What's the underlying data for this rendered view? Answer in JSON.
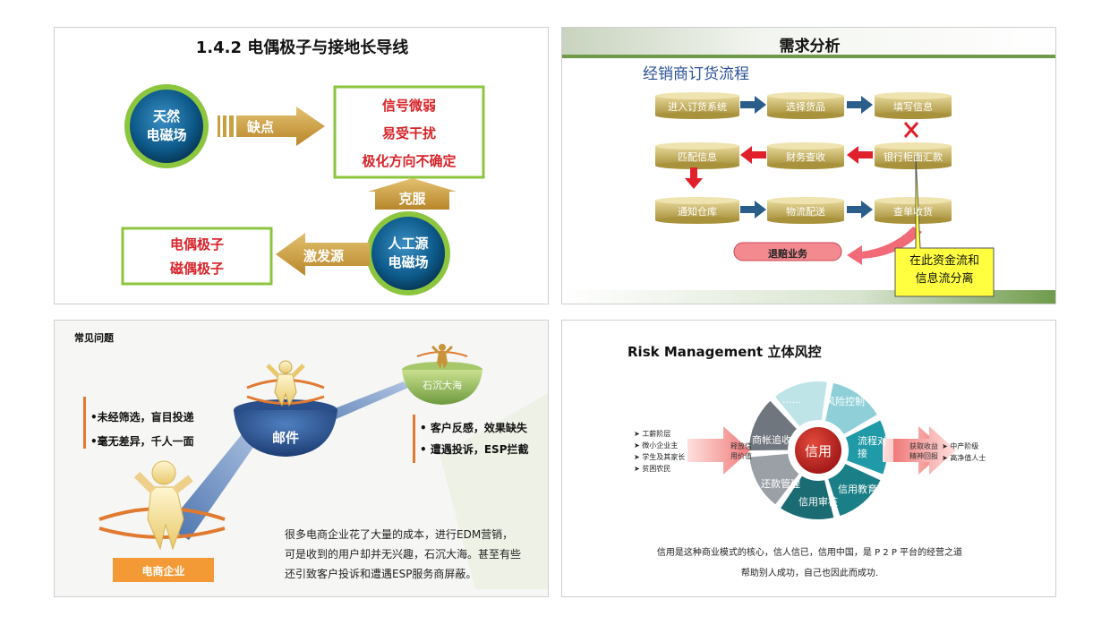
{
  "p1": {
    "title": "1.4.2 电偶极子与接地长导线",
    "circle_top": [
      "天然",
      "电磁场"
    ],
    "arrow_right_label": "缺点",
    "defects": [
      "信号微弱",
      "易受干扰",
      "极化方向不确定"
    ],
    "arrow_up_label": "克服",
    "circle_bottom": [
      "人工源",
      "电磁场"
    ],
    "arrow_left_label": "激发源",
    "sources": [
      "电偶极子",
      "磁偶极子"
    ]
  },
  "p2": {
    "header": "需求分析",
    "subtitle": "经销商订货流程",
    "row1": [
      "进入订货系统",
      "选择货品",
      "填写信息"
    ],
    "row2": [
      "匹配信息",
      "财务查收",
      "银行柜面汇款"
    ],
    "row3": [
      "通知仓库",
      "物流配送",
      "查单收货"
    ],
    "refund": "退赔业务",
    "callout": [
      "在此资金流和",
      "信息流分离"
    ],
    "colors": {
      "accent_red": "#e0202a",
      "arrow_blue": "#2a5d8a",
      "callout_yellow": "#ffff40"
    }
  },
  "p3": {
    "title": "常见问题",
    "left_bullets": [
      "未经筛选，盲目投递",
      "毫无差异，千人一面"
    ],
    "bowl_label": "邮件",
    "top_label": "石沉大海",
    "right_bullets": [
      "客户反感，效果缺失",
      "遭遇投诉，ESP拦截"
    ],
    "base_label": "电商企业",
    "paragraph": [
      "很多电商企业花了大量的成本，进行EDM营销，",
      "可是收到的用户却并无兴趣，石沉大海。甚至有些",
      "还引致客户投诉和遭遇ESP服务商屏蔽。"
    ]
  },
  "p4": {
    "title": "Risk Management 立体风控",
    "left_list": [
      "工薪阶层",
      "微小企业主",
      "学生及其家长",
      "贫困农民"
    ],
    "left_arrow": [
      "释放信",
      "用价值"
    ],
    "center": "信用",
    "segments": [
      "风险控制",
      "流程对接",
      "信用教育",
      "信用审核",
      "还款管理",
      "商帐追收",
      "......"
    ],
    "right_arrow": [
      "获取收益",
      "精神回报"
    ],
    "right_list": [
      "中产阶级",
      "高净值人士"
    ],
    "caption1": "信用是这种商业模式的核心，信人信已，信用中国，是 P 2 P 平台的经营之道",
    "caption2": "帮助别人成功，自己也因此而成功."
  }
}
